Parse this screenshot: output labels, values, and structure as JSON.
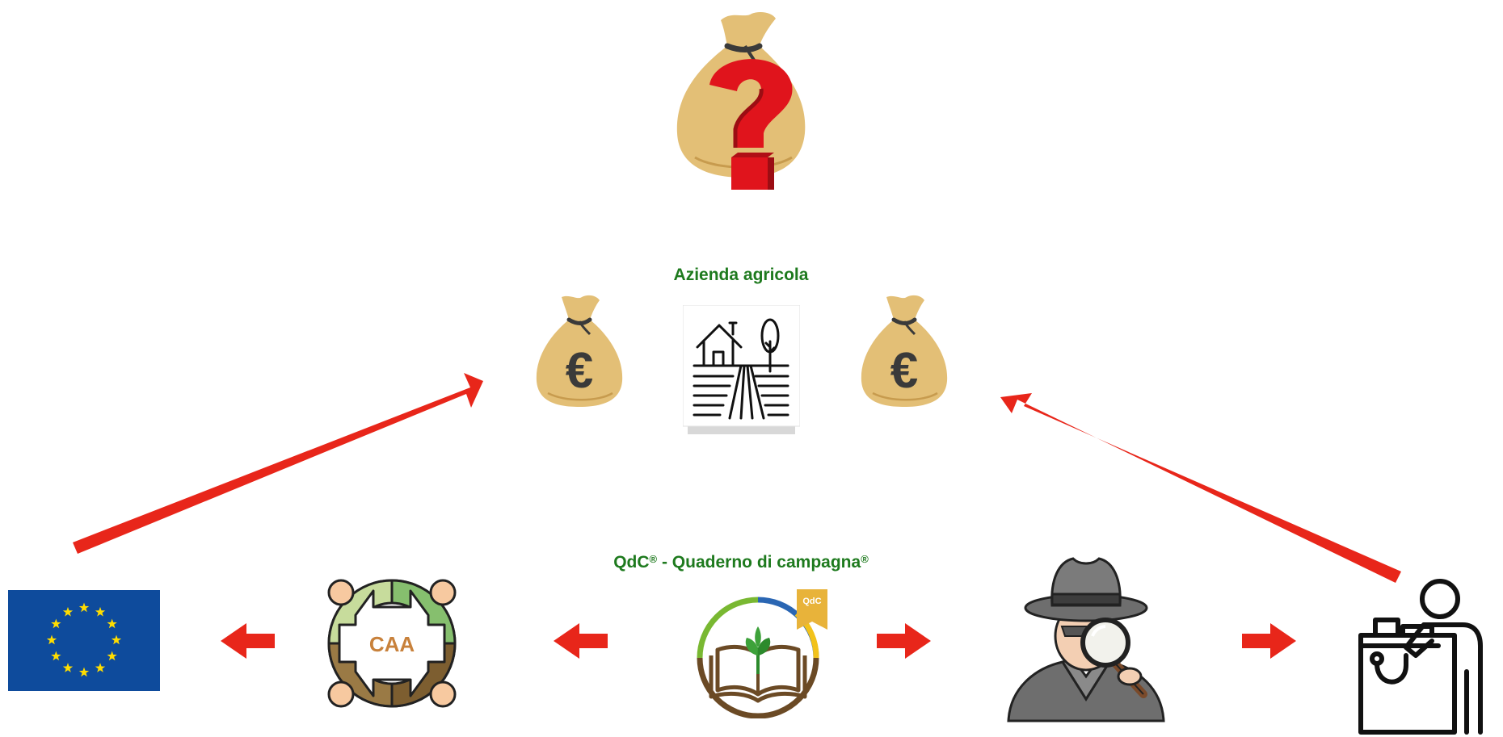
{
  "colors": {
    "arrow": "#e8261a",
    "label_green": "#1e7a1e",
    "bag": "#e3bf76",
    "eu_blue": "#0e4b9c",
    "eu_star": "#ffdd00"
  },
  "azienda_label": "Azienda agricola",
  "qdc_label": {
    "part1": "QdC",
    "reg1": "®",
    "part2": " - Quaderno di campagna",
    "reg2": "®"
  },
  "caa_text": "CAA",
  "qdc_badge_text": "QdC",
  "euro_symbol": "€",
  "icons": {
    "mystery_bag": "money-bag-question-icon",
    "farm": "farm-icon",
    "money_bag_left": "money-bag-euro-icon",
    "money_bag_right": "money-bag-euro-icon",
    "eu_flag": "eu-flag-icon",
    "caa": "caa-circle-icon",
    "qdc": "qdc-book-icon",
    "inspector": "inspector-detective-icon",
    "operator": "operator-desk-icon"
  }
}
